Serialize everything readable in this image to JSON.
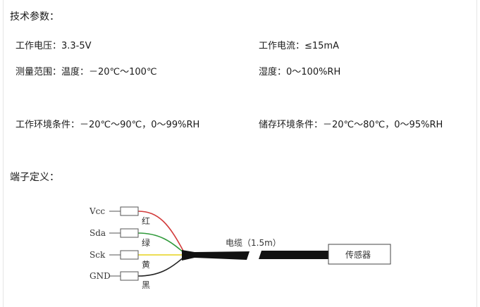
{
  "specs": {
    "heading": "技术参数：",
    "voltage": "工作电压：3.3-5V",
    "current": "工作电流：≤15mA",
    "range_temp": "测量范围：温度：－20℃～100℃",
    "range_hum": "湿度：0～100%RH",
    "work_env": "工作环境条件：－20℃～90℃，0～99%RH",
    "storage_env": "储存环境条件：－20℃～80℃，0～95%RH"
  },
  "pins": {
    "heading": "端子定义：",
    "items": [
      {
        "name": "Vcc",
        "color_label": "红",
        "wire_color": "#d23a3a"
      },
      {
        "name": "Sda",
        "color_label": "绿",
        "wire_color": "#2f9a3a"
      },
      {
        "name": "Sck",
        "color_label": "黄",
        "wire_color": "#e6d21c"
      },
      {
        "name": "GND",
        "color_label": "黑",
        "wire_color": "#222222"
      }
    ]
  },
  "cable": {
    "label": "电缆（1.5m）",
    "sensor_label": "传感器",
    "color": "#111111"
  }
}
